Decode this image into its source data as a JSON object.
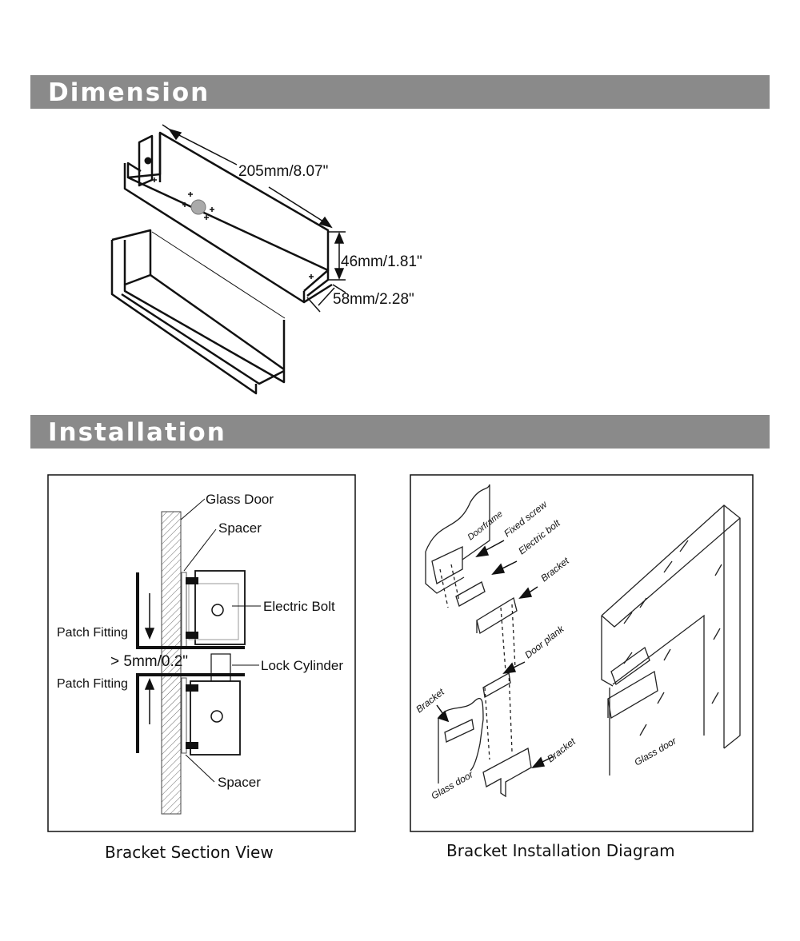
{
  "sections": {
    "dimension_title": "Dimension",
    "installation_title": "Installation"
  },
  "dimension": {
    "length": "205mm/8.07\"",
    "height": "46mm/1.81\"",
    "depth": "58mm/2.28\""
  },
  "section_view": {
    "glass_door": "Glass Door",
    "spacer_top": "Spacer",
    "electric_bolt": "Electric Bolt",
    "patch_fitting_top": "Patch Fitting",
    "gap": "> 5mm/0.2\"",
    "lock_cylinder": "Lock Cylinder",
    "patch_fitting_bottom": "Patch Fitting",
    "spacer_bottom": "Spacer",
    "caption": "Bracket Section View"
  },
  "install_diagram": {
    "doorframe": "Doorframe",
    "fixed_screw": "Fixed screw",
    "electric_bolt": "Electric bolt",
    "bracket_top": "Bracket",
    "door_plank": "Door plank",
    "bracket_left": "Bracket",
    "glass_door_left": "Glass door",
    "bracket_bottom": "Bracket",
    "glass_door_right": "Glass door",
    "caption": "Bracket Installation Diagram"
  }
}
